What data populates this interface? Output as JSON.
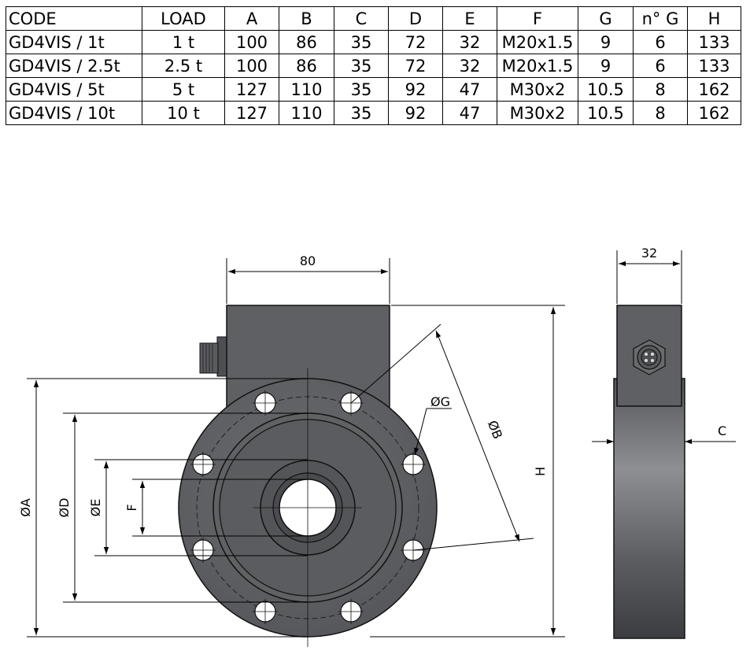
{
  "table": {
    "headers": [
      "CODE",
      "LOAD",
      "A",
      "B",
      "C",
      "D",
      "E",
      "F",
      "G",
      "n° G",
      "H"
    ],
    "rows": [
      [
        "GD4VIS / 1t",
        "1 t",
        "100",
        "86",
        "35",
        "72",
        "32",
        "M20x1.5",
        "9",
        "6",
        "133"
      ],
      [
        "GD4VIS / 2.5t",
        "2.5 t",
        "100",
        "86",
        "35",
        "72",
        "32",
        "M20x1.5",
        "9",
        "6",
        "133"
      ],
      [
        "GD4VIS / 5t",
        "5 t",
        "127",
        "110",
        "35",
        "92",
        "47",
        "M30x2",
        "10.5",
        "8",
        "162"
      ],
      [
        "GD4VIS / 10t",
        "10 t",
        "127",
        "110",
        "35",
        "92",
        "47",
        "M30x2",
        "10.5",
        "8",
        "162"
      ]
    ]
  },
  "drawing": {
    "front": {
      "width_label": "80",
      "dia_a": "ØA",
      "dia_d": "ØD",
      "dia_e": "ØE",
      "f_label": "F",
      "h_label": "H",
      "dia_b": "ØB",
      "dia_g": "ØG"
    },
    "side": {
      "width_label": "32",
      "c_label": "C"
    },
    "colors": {
      "body": "#5f6063",
      "body_light": "#8e8f93",
      "outline": "#111111"
    }
  }
}
